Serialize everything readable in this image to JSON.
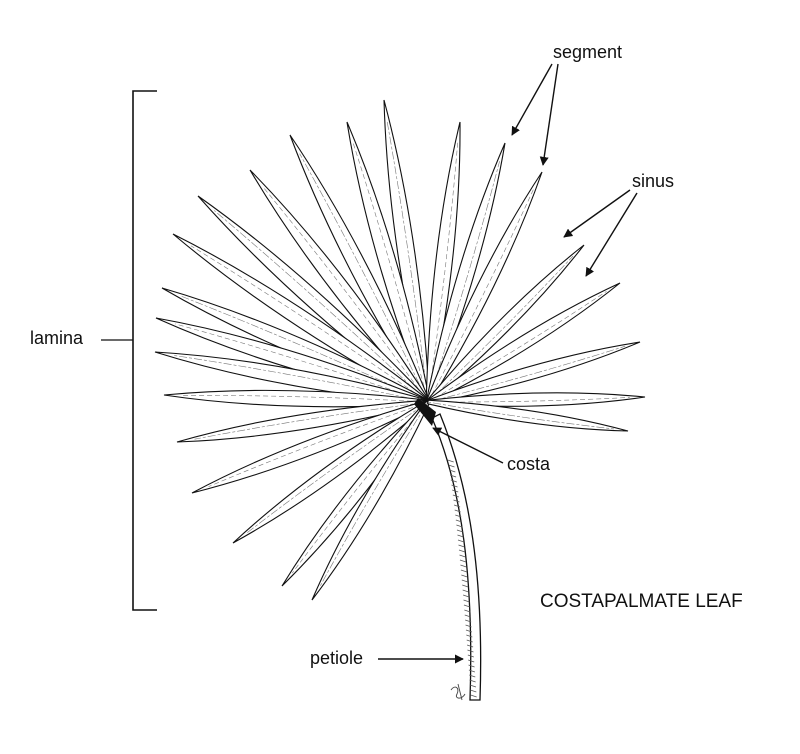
{
  "labels": {
    "segment": "segment",
    "sinus": "sinus",
    "lamina": "lamina",
    "costa": "costa",
    "petiole": "petiole"
  },
  "caption": "COSTAPALMATE LEAF",
  "colors": {
    "ink": "#111111",
    "background": "#ffffff"
  }
}
